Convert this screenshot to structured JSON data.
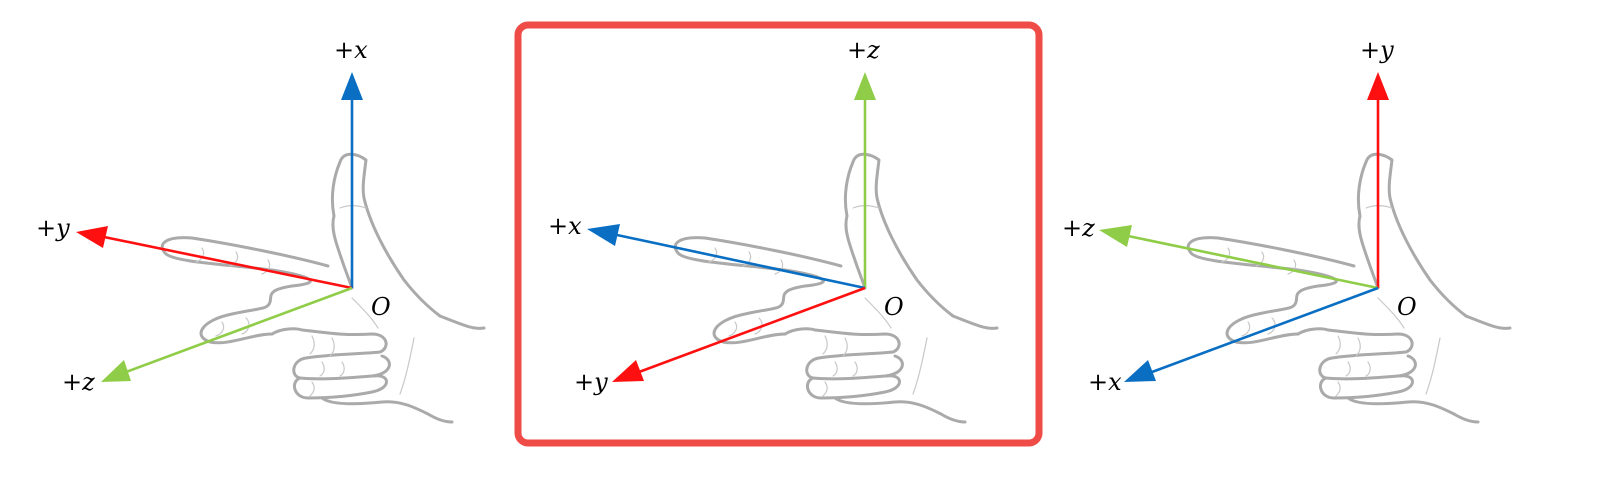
{
  "colors": {
    "x_axis": "#0a6fc2",
    "y_axis": "#ff1010",
    "z_axis": "#8fcd48",
    "highlight": "#ef4b47",
    "hand": "#aaaaaa"
  },
  "panels": [
    {
      "highlighted": false,
      "origin_label": "O",
      "axes": [
        {
          "sign": "+",
          "var": "x",
          "color_key": "x_axis",
          "direction": "up"
        },
        {
          "sign": "+",
          "var": "y",
          "color_key": "y_axis",
          "direction": "left"
        },
        {
          "sign": "+",
          "var": "z",
          "color_key": "z_axis",
          "direction": "down-left"
        }
      ]
    },
    {
      "highlighted": true,
      "origin_label": "O",
      "axes": [
        {
          "sign": "+",
          "var": "z",
          "color_key": "z_axis",
          "direction": "up"
        },
        {
          "sign": "+",
          "var": "x",
          "color_key": "x_axis",
          "direction": "left"
        },
        {
          "sign": "+",
          "var": "y",
          "color_key": "y_axis",
          "direction": "down-left"
        }
      ]
    },
    {
      "highlighted": false,
      "origin_label": "O",
      "axes": [
        {
          "sign": "+",
          "var": "y",
          "color_key": "y_axis",
          "direction": "up"
        },
        {
          "sign": "+",
          "var": "z",
          "color_key": "z_axis",
          "direction": "left"
        },
        {
          "sign": "+",
          "var": "x",
          "color_key": "x_axis",
          "direction": "down-left"
        }
      ]
    }
  ]
}
